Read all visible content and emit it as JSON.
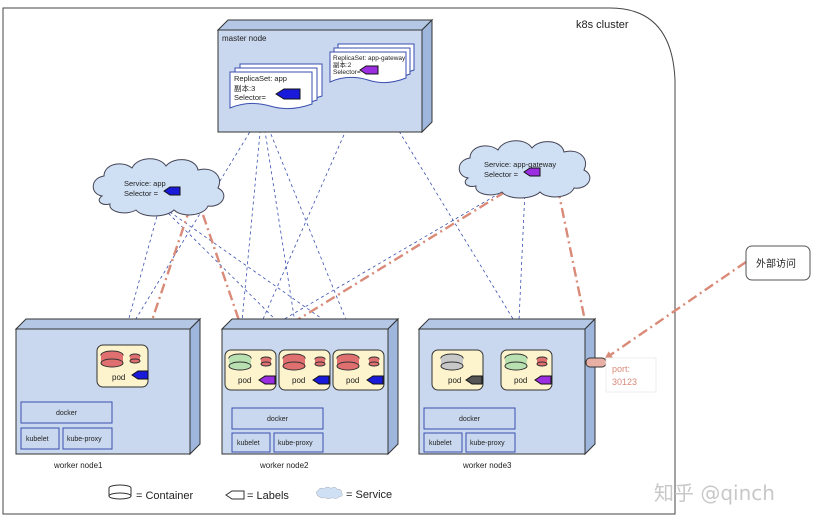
{
  "cluster": {
    "title": "k8s cluster"
  },
  "master": {
    "title": "master node",
    "rs_app": {
      "name": "ReplicaSet: app",
      "replicas": "副本:3",
      "selector": "Selector="
    },
    "rs_gw": {
      "name": "ReplicaSet: app-gateway",
      "replicas": "副本:2",
      "selector": "Selector="
    }
  },
  "services": {
    "app": {
      "name": "Service: app",
      "selector": "Selector ="
    },
    "gateway": {
      "name": "Service: app-gateway",
      "selector": "Selector ="
    }
  },
  "workers": [
    {
      "title": "worker node1",
      "docker": "docker",
      "kubelet": "kubelet",
      "kube_proxy": "kube-proxy",
      "pods": [
        "pod"
      ]
    },
    {
      "title": "worker node2",
      "docker": "docker",
      "kubelet": "kubelet",
      "kube_proxy": "kube-proxy",
      "pods": [
        "pod",
        "pod",
        "pod"
      ]
    },
    {
      "title": "worker node3",
      "docker": "docker",
      "kubelet": "kubelet",
      "kube_proxy": "kube-proxy",
      "pods": [
        "pod",
        "pod"
      ]
    }
  ],
  "port": {
    "label": "port:",
    "value": "30123"
  },
  "external": {
    "label": "外部访问"
  },
  "legend": {
    "container": "= Container",
    "labels": "= Labels",
    "service": "= Service"
  },
  "watermark": "知乎 @qinch",
  "colors": {
    "node_fill": "#c9d8ee",
    "node_stroke": "#333333",
    "pod_fill": "#fdf3cc",
    "app_label": "#1a1adb",
    "gateway_label": "#9a2ee0",
    "arrow": "#d98a78",
    "link": "#3a4fb0",
    "container_red": "#e07070",
    "container_green": "#b8e0b0",
    "container_grey": "#c8c8c8"
  }
}
